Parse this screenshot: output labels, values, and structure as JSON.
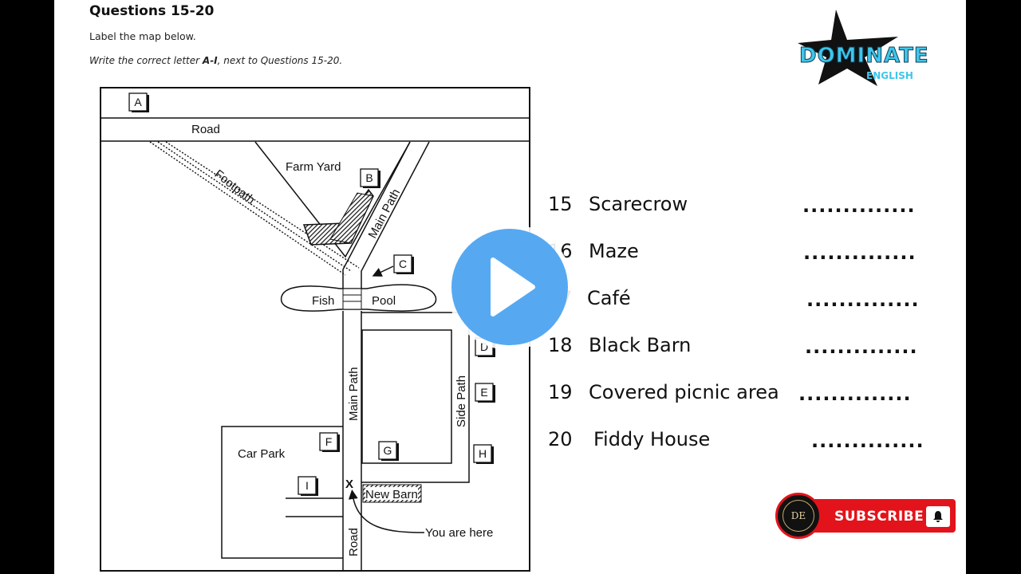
{
  "header": {
    "title": "Questions 15-20",
    "instruction": "Label the map below.",
    "write_prefix": "Write the correct letter ",
    "write_letters": "A-I",
    "write_suffix": ", next to Questions 15-20."
  },
  "map": {
    "labels": {
      "road_top": "Road",
      "footpath": "Footpath",
      "farm_yard": "Farm Yard",
      "main_path_upper": "Main Path",
      "fish": "Fish",
      "pool": "Pool",
      "main_path_lower": "Main Path",
      "side_path": "Side Path",
      "car_park": "Car Park",
      "new_barn": "New Barn",
      "you_are_here": "You are here",
      "road_bottom": "Road",
      "x_marker": "X"
    },
    "letters": {
      "a": "A",
      "b": "B",
      "c": "C",
      "d": "D",
      "e": "E",
      "f": "F",
      "g": "G",
      "h": "H",
      "i": "I"
    }
  },
  "questions": [
    {
      "number": "15",
      "label": "Scarecrow",
      "blank": ".............."
    },
    {
      "number": "16",
      "label": "Maze",
      "blank": ".............."
    },
    {
      "number": "17",
      "label": "Café",
      "blank": ".............."
    },
    {
      "number": "18",
      "label": "Black Barn",
      "blank": ".............."
    },
    {
      "number": "19",
      "label": "Covered picnic area",
      "blank": ".............."
    },
    {
      "number": "20",
      "label": "Fiddy House",
      "blank": ".............."
    }
  ],
  "brand": {
    "word": "DOMINATE",
    "sub": "ENGLISH",
    "monogram": "DE",
    "accent": "#3fc6ea"
  },
  "subscribe": {
    "label": "SUBSCRIBE",
    "color": "#e3131b",
    "bell_icon": "bell-icon"
  },
  "player": {
    "icon": "play-icon",
    "color": "#56a9f0"
  }
}
